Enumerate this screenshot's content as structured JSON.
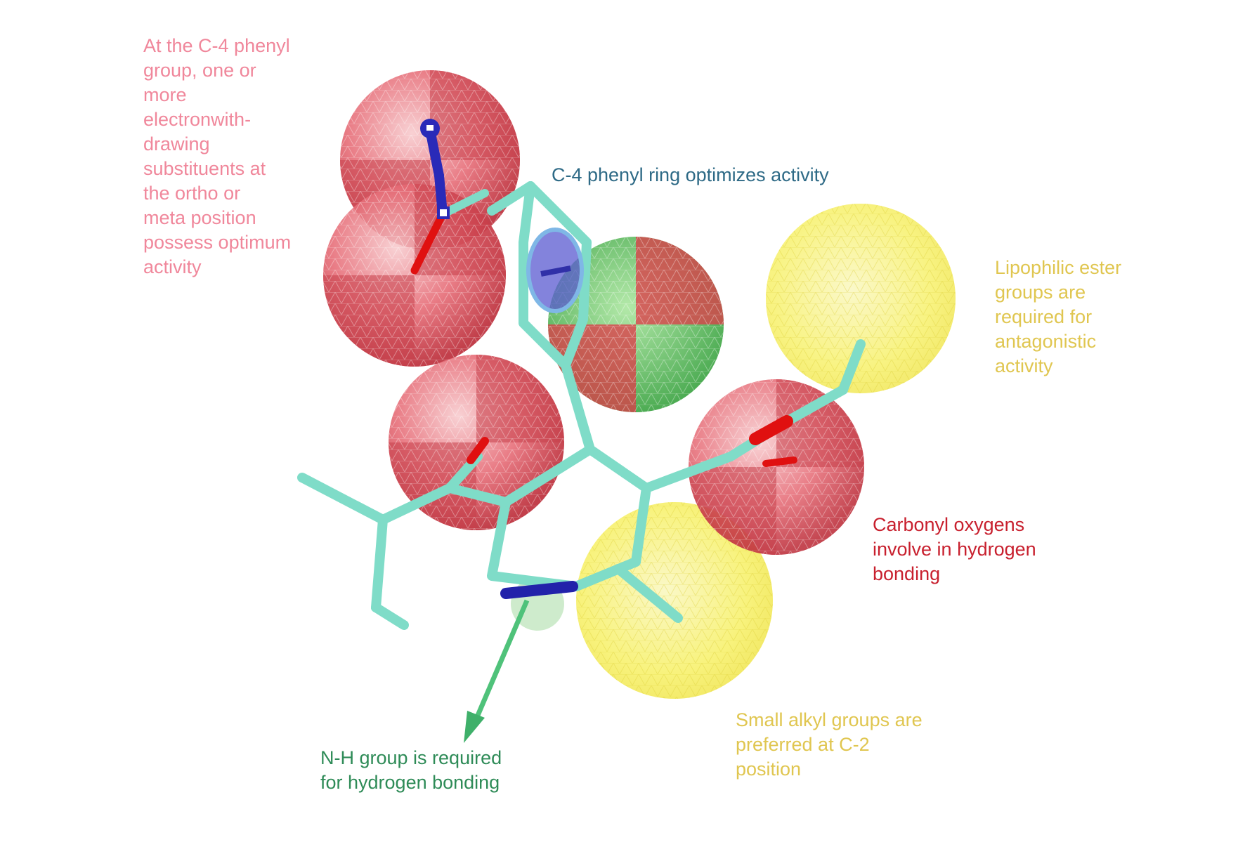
{
  "colors": {
    "electron_withdrawing": "#f0879b",
    "phenyl_ring": "#2e6a86",
    "lipophilic": "#e0c650",
    "carbonyl": "#c8202e",
    "nh_group": "#2e8b57",
    "sphere_red": "#d8323e",
    "sphere_yellow": "#f6f04a",
    "sphere_green": "#3fb33f",
    "bond_teal": "#7fdcc8",
    "atom_blue": "#2a2ab8",
    "atom_red": "#e01010"
  },
  "annotations": {
    "electron_withdrawing": {
      "lines": [
        "At the C-4 phenyl",
        "group, one  or",
        "more",
        "electronwith-",
        "drawing",
        "substituents at",
        "the ortho or",
        "meta position",
        "possess optimum",
        "activity"
      ]
    },
    "phenyl_ring": {
      "lines": [
        "C-4 phenyl ring optimizes activity"
      ]
    },
    "lipophilic_ester": {
      "lines": [
        "Lipophilic ester",
        "groups are",
        "required for",
        "antagonistic",
        "activity"
      ]
    },
    "carbonyl": {
      "lines": [
        "Carbonyl oxygens",
        "involve in hydrogen",
        "bonding"
      ]
    },
    "alkyl": {
      "lines": [
        "Small alkyl groups are",
        "preferred at C-2",
        "position"
      ]
    },
    "nh_group": {
      "lines": [
        "N-H group is required",
        "for hydrogen bonding"
      ]
    }
  }
}
